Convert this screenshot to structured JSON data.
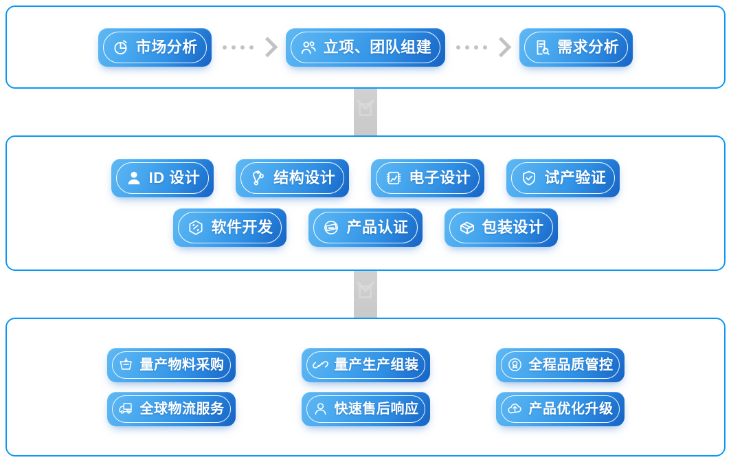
{
  "theme": {
    "panel_border": "#0b97f3",
    "pill_gradient_from": "#5fb8f2",
    "pill_gradient_to": "#1663c4",
    "connector_gray": "#cccccc",
    "dot_gray": "#c2c2c2",
    "text_color": "#ffffff",
    "background": "#ffffff"
  },
  "sections": [
    {
      "name": "planning",
      "rows": [
        {
          "items": [
            {
              "label": "市场分析",
              "icon": "pie-chart-icon"
            },
            {
              "label": "立项、团队组建",
              "icon": "users-group-icon"
            },
            {
              "label": "需求分析",
              "icon": "document-search-icon"
            }
          ],
          "separators": [
            "dotted-arrow-right",
            "dotted-arrow-right"
          ]
        }
      ]
    },
    {
      "name": "design-development",
      "rows": [
        {
          "items": [
            {
              "label": "ID 设计",
              "icon": "user-avatar-icon"
            },
            {
              "label": "结构设计",
              "icon": "structure-nodes-icon"
            },
            {
              "label": "电子设计",
              "icon": "circuit-chart-icon"
            },
            {
              "label": "试产验证",
              "icon": "shield-check-icon"
            }
          ]
        },
        {
          "items": [
            {
              "label": "软件开发",
              "icon": "cube-code-icon"
            },
            {
              "label": "产品认证",
              "icon": "certification-stamp-icon"
            },
            {
              "label": "包装设计",
              "icon": "package-box-icon"
            }
          ]
        }
      ]
    },
    {
      "name": "mass-production-service",
      "rows": [
        {
          "items": [
            {
              "label": "量产物料采购",
              "icon": "shopping-cart-icon"
            },
            {
              "label": "量产生产组装",
              "icon": "link-chain-icon"
            },
            {
              "label": "全程品质管控",
              "icon": "quality-medal-icon"
            }
          ]
        },
        {
          "items": [
            {
              "label": "全球物流服务",
              "icon": "delivery-truck-icon"
            },
            {
              "label": "快速售后响应",
              "icon": "support-person-icon"
            },
            {
              "label": "产品优化升级",
              "icon": "cloud-upload-icon"
            }
          ]
        }
      ]
    }
  ],
  "connectors": [
    {
      "name": "planning-to-design",
      "icon": "down-arrow-block-icon"
    },
    {
      "name": "design-to-production",
      "icon": "down-arrow-block-icon"
    }
  ]
}
